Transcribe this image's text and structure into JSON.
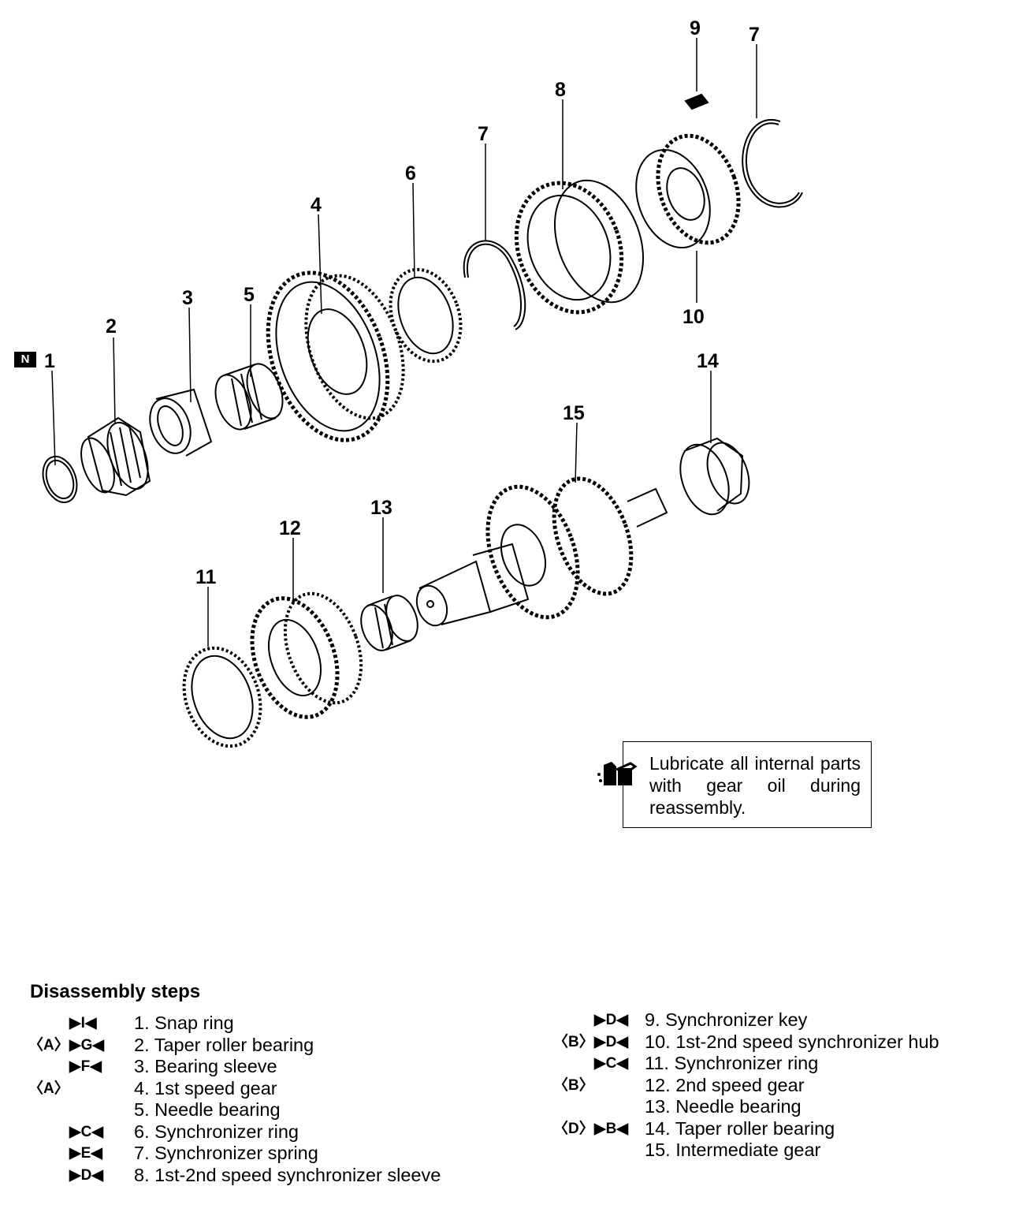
{
  "callouts": [
    "1",
    "2",
    "3",
    "4",
    "5",
    "6",
    "7",
    "8",
    "9",
    "7",
    "10",
    "11",
    "12",
    "13",
    "14",
    "15"
  ],
  "badge": "N",
  "note": "Lubricate all internal parts with gear oil during reassembly.",
  "steps_title": "Disassembly steps",
  "steps_left": [
    {
      "m1": "",
      "m2": "▶I◀",
      "text": "1. Snap ring"
    },
    {
      "m1": "〈A〉",
      "m2": "▶G◀",
      "text": "2. Taper roller bearing"
    },
    {
      "m1": "",
      "m2": "▶F◀",
      "text": "3. Bearing sleeve"
    },
    {
      "m1": "〈A〉",
      "m2": "",
      "text": "4. 1st speed gear"
    },
    {
      "m1": "",
      "m2": "",
      "text": "5. Needle bearing"
    },
    {
      "m1": "",
      "m2": "▶C◀",
      "text": "6. Synchronizer ring"
    },
    {
      "m1": "",
      "m2": "▶E◀",
      "text": "7. Synchronizer spring"
    },
    {
      "m1": "",
      "m2": "▶D◀",
      "text": "8. 1st-2nd speed synchronizer sleeve"
    }
  ],
  "steps_right": [
    {
      "m1": "",
      "m2": "▶D◀",
      "text": "9. Synchronizer key"
    },
    {
      "m1": "〈B〉",
      "m2": "▶D◀",
      "text": "10. 1st-2nd speed synchronizer hub"
    },
    {
      "m1": "",
      "m2": "▶C◀",
      "text": "11. Synchronizer ring"
    },
    {
      "m1": "〈B〉",
      "m2": "",
      "text": "12. 2nd speed gear"
    },
    {
      "m1": "",
      "m2": "",
      "text": "13. Needle bearing"
    },
    {
      "m1": "〈D〉",
      "m2": "▶B◀",
      "text": "14. Taper roller bearing"
    },
    {
      "m1": "",
      "m2": "",
      "text": "15. Intermediate gear"
    }
  ]
}
